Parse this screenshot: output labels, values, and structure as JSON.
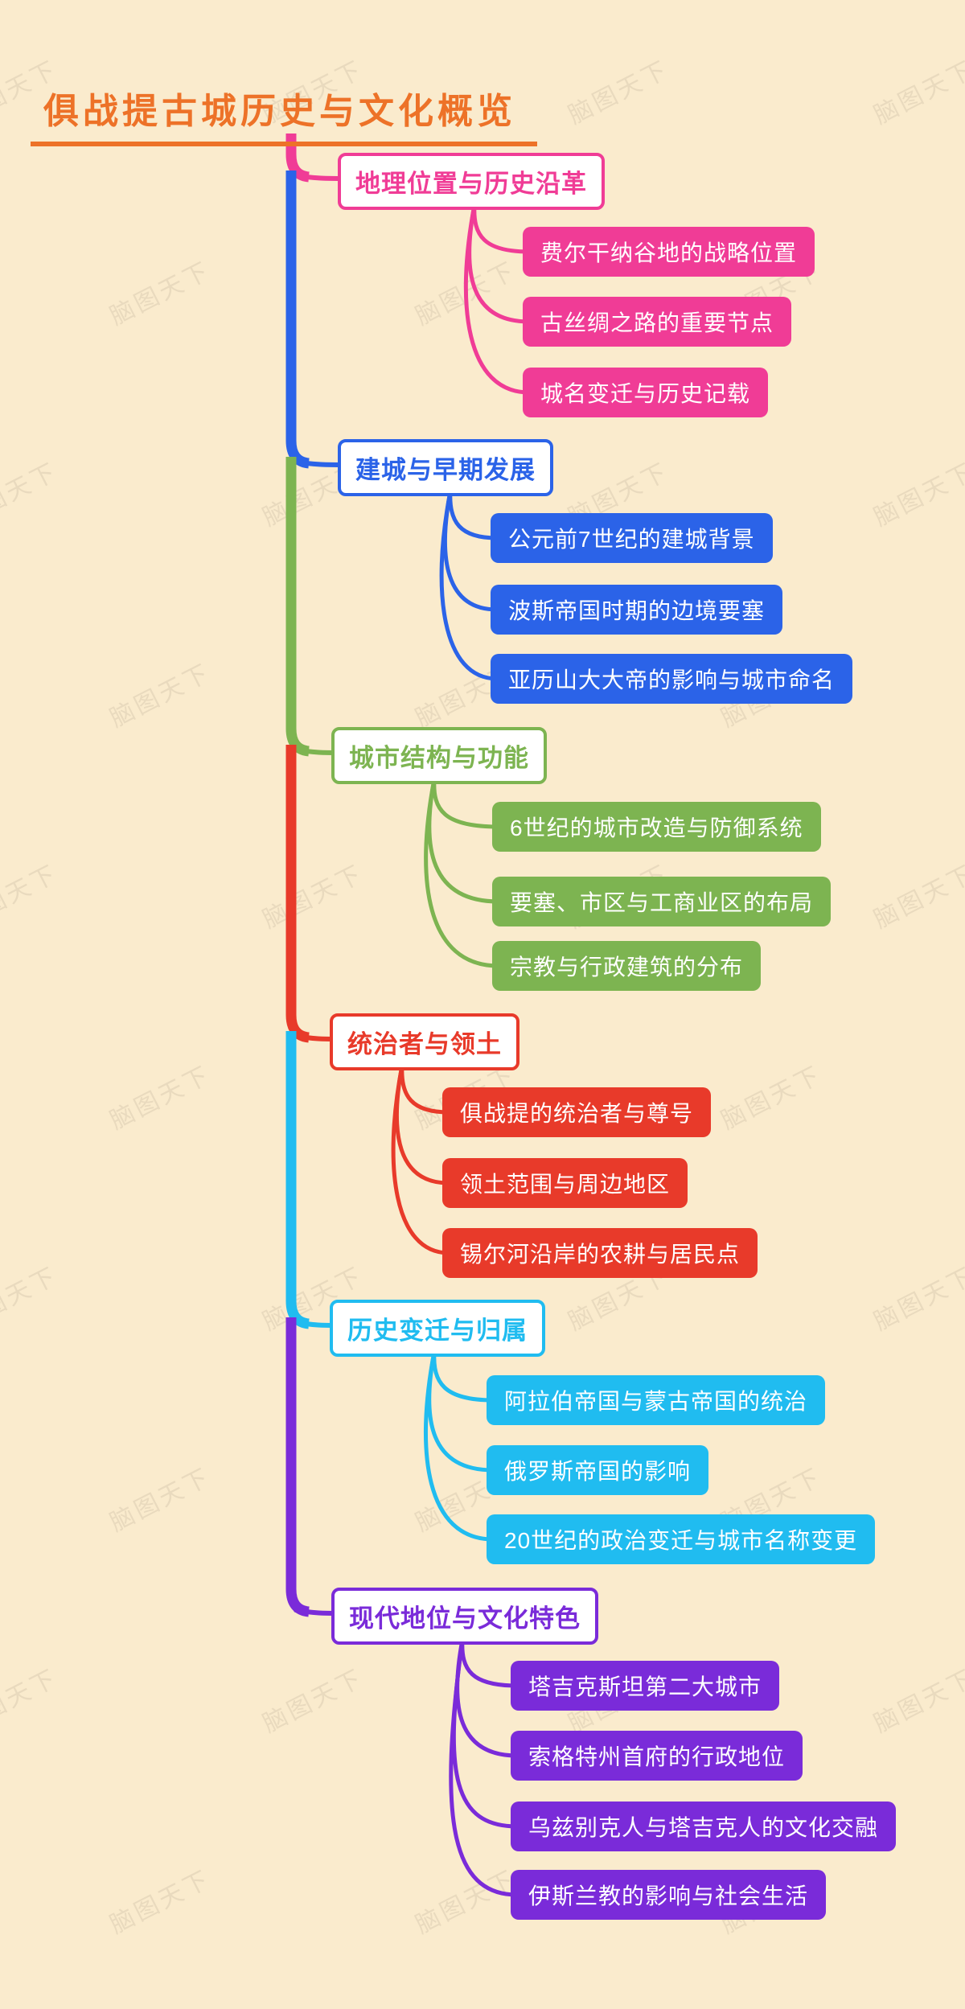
{
  "title": "俱战提古城历史与文化概览",
  "watermark": "脑图天下",
  "colors": {
    "background": "#FAEBCD",
    "title": "#ED7228",
    "node_background": "#FFFFFF",
    "child_text": "#FFFFFF",
    "branch_palette": [
      "#F03C96",
      "#2B63E8",
      "#7DB451",
      "#E83A2A",
      "#20BCF0",
      "#7A2BD9"
    ]
  },
  "branches": [
    {
      "label": "地理位置与历史沿革",
      "children": [
        "费尔干纳谷地的战略位置",
        "古丝绸之路的重要节点",
        "城名变迁与历史记载"
      ]
    },
    {
      "label": "建城与早期发展",
      "children": [
        "公元前7世纪的建城背景",
        "波斯帝国时期的边境要塞",
        "亚历山大大帝的影响与城市命名"
      ]
    },
    {
      "label": "城市结构与功能",
      "children": [
        "6世纪的城市改造与防御系统",
        "要塞、市区与工商业区的布局",
        "宗教与行政建筑的分布"
      ]
    },
    {
      "label": "统治者与领土",
      "children": [
        "俱战提的统治者与尊号",
        "领土范围与周边地区",
        "锡尔河沿岸的农耕与居民点"
      ]
    },
    {
      "label": "历史变迁与归属",
      "children": [
        "阿拉伯帝国与蒙古帝国的统治",
        "俄罗斯帝国的影响",
        "20世纪的政治变迁与城市名称变更"
      ]
    },
    {
      "label": "现代地位与文化特色",
      "children": [
        "塔吉克斯坦第二大城市",
        "索格特州首府的行政地位",
        "乌兹别克人与塔吉克人的文化交融",
        "伊斯兰教的影响与社会生活"
      ]
    }
  ]
}
